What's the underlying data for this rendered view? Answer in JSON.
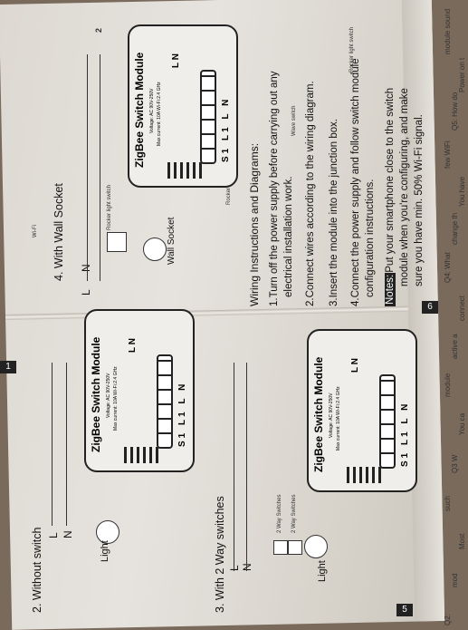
{
  "sections": {
    "without_switch": {
      "title": "2. Without switch",
      "L": "L",
      "N": "N",
      "load": "Light"
    },
    "two_way": {
      "title": "3. With 2 Way switches",
      "L": "L",
      "N": "N",
      "load": "Light",
      "switch1": "2 Way Switches",
      "switch2": "2 Way Switches"
    },
    "wall_socket": {
      "title": "4. With Wall Socket",
      "L": "L",
      "N": "N",
      "load": "Wall Socket",
      "switch_label": "Rocker light switch"
    }
  },
  "module": {
    "title": "ZigBee Switch Module",
    "voltage": "Voltage: AC 90V-250V",
    "current": "Max current: 10A    Wi-Fi:2.4 GHz",
    "pins": "S1 L1 L N",
    "side": "L  N"
  },
  "instructions": {
    "heading": "Wiring Instructions and Diagrams:",
    "steps": [
      "1.Turn off the power supply before carrying out any",
      "electrical installation work.",
      "2.Connect wires according to the wiring diagram.",
      "3.Insert the module into the junction box.",
      "4.Connect the power supply and follow switch module",
      "configuration instructions."
    ],
    "notes_label": "Notes:",
    "notes": [
      "Put your smartphone close to the switch",
      "module when you're configuring, and make",
      "sure you have min. 50% Wi-Fi signal."
    ]
  },
  "pages": {
    "p1": "1",
    "p2": "2",
    "p5": "5",
    "p6": "6"
  },
  "top_strip": {
    "rocker": "Rocker light switch",
    "wall": "Wall",
    "rocker2": "Rocker",
    "wifi": "Wi-Fi",
    "ws": "Wave switch"
  },
  "right_strip": [
    "Q2:",
    "mod",
    "Most",
    "such",
    "Q3 W",
    "You ca",
    "module",
    "active a",
    "connect",
    "Q4: What",
    "change th",
    "You have",
    "few WiFi",
    "Q5: How do",
    "Power on t",
    "module sound"
  ]
}
